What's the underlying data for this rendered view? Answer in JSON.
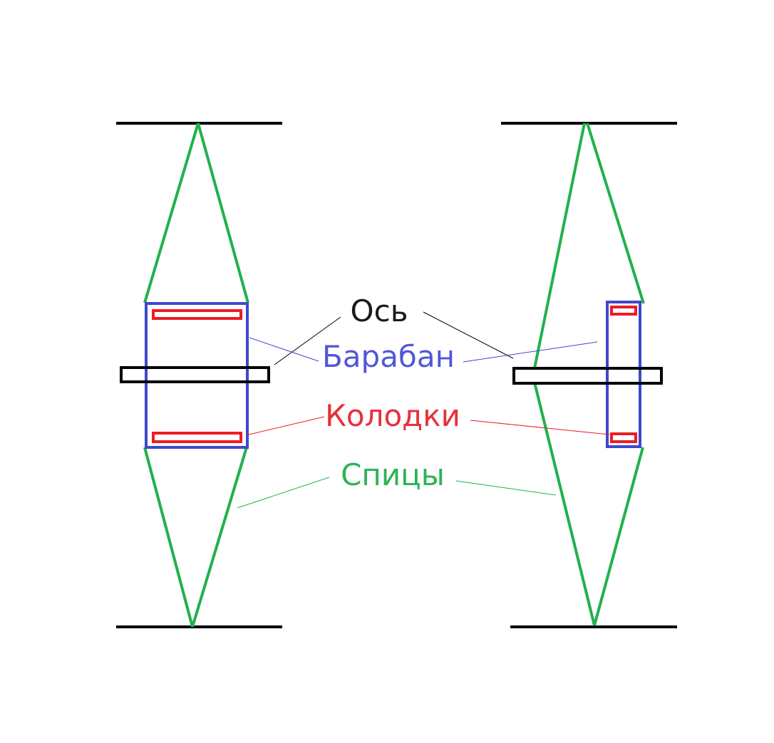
{
  "labels": {
    "axle": "Ось",
    "drum": "Барабан",
    "shoes": "Колодки",
    "spokes": "Спицы"
  },
  "colors": {
    "rim": "#000000",
    "spoke": "#22b14c",
    "drum": "#3f48cc",
    "shoe": "#ed1c24",
    "axle_text": "#1a1a1a",
    "drum_text": "#5058d6",
    "shoe_text": "#e8303a",
    "spoke_text": "#2db455"
  }
}
